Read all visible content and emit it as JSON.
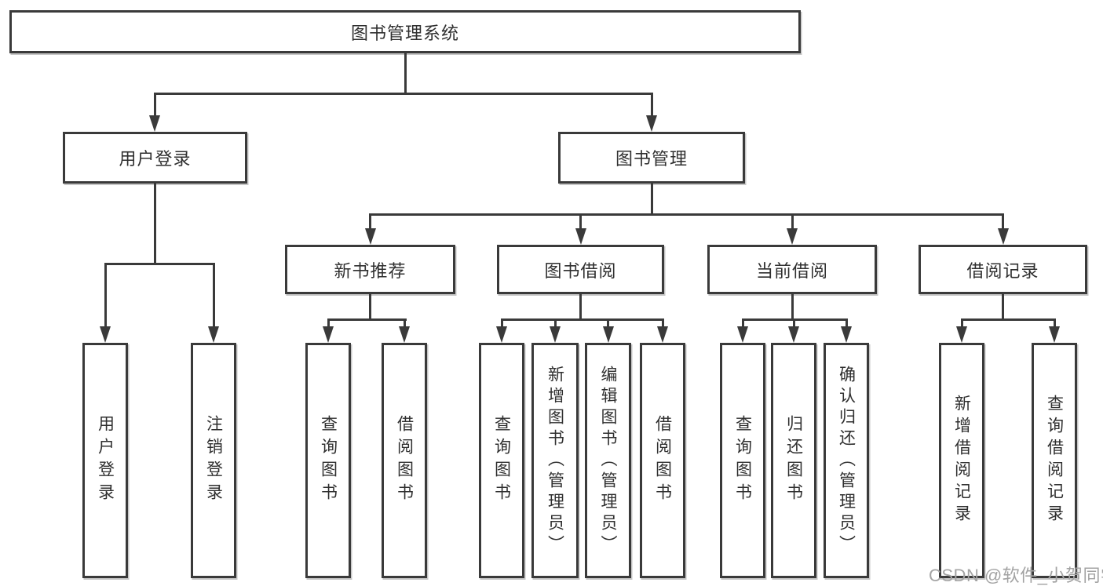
{
  "title": "图书管理系统",
  "level2": {
    "user_login": "用户登录",
    "book_mgmt": "图书管理"
  },
  "level3": {
    "new_books": "新书推荐",
    "book_borrow": "图书借阅",
    "current_borrow": "当前借阅",
    "borrow_records": "借阅记录"
  },
  "leaves": {
    "user_login": "用户登录",
    "logout": "注销登录",
    "nb_search": "查询图书",
    "nb_borrow": "借阅图书",
    "bb_search": "查询图书",
    "bb_add": "新增图书（管理员）",
    "bb_edit": "编辑图书（管理员）",
    "bb_borrow": "借阅图书",
    "cb_search": "查询图书",
    "cb_return": "归还图书",
    "cb_confirm": "确认归还（管理员）",
    "br_add": "新增借阅记录",
    "br_search": "查询借阅记录"
  },
  "watermark": "CSDN @软件_小贺同学",
  "colors": {
    "line": "#3a3a3a",
    "text": "#2f2f2f",
    "watermark": "#a3a3a3",
    "background": "#ffffff"
  }
}
